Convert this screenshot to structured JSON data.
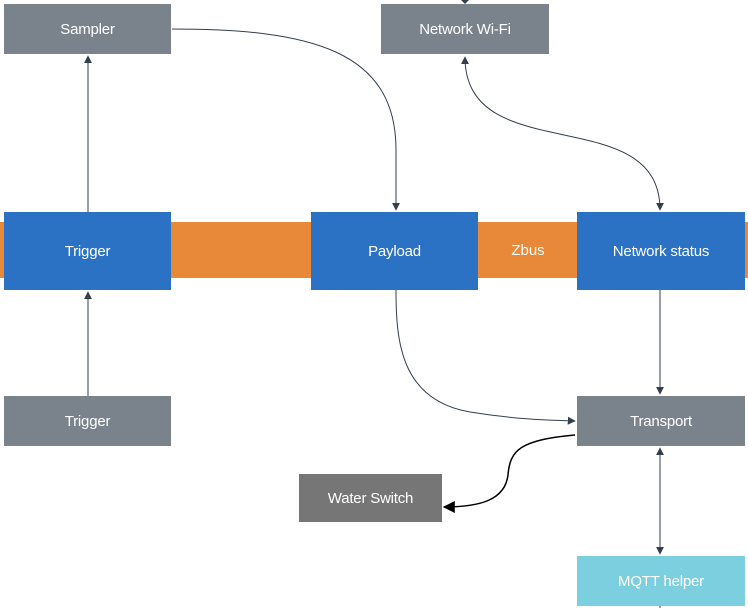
{
  "bus": {
    "label": "Zbus"
  },
  "nodes": {
    "sampler": "Sampler",
    "network_wifi": "Network Wi-Fi",
    "trigger_module": "Trigger",
    "payload_module": "Payload",
    "network_status_module": "Network status",
    "trigger_source": "Trigger",
    "transport": "Transport",
    "water_switch": "Water Switch",
    "mqtt_helper": "MQTT helper"
  },
  "colors": {
    "module_blue": "#2b72c4",
    "service_gray": "#7a838c",
    "bus_orange": "#e8893a",
    "helper_cyan": "#7ccfdf",
    "actuator_gray": "#767676"
  }
}
